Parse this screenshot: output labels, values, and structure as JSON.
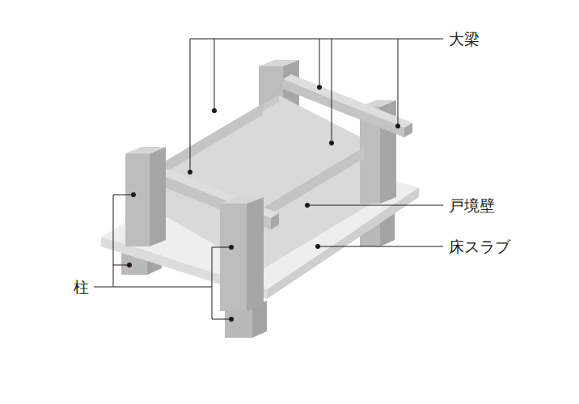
{
  "diagram": {
    "labels": [
      "大梁",
      "戸境壁",
      "床スラブ",
      "柱"
    ]
  }
}
